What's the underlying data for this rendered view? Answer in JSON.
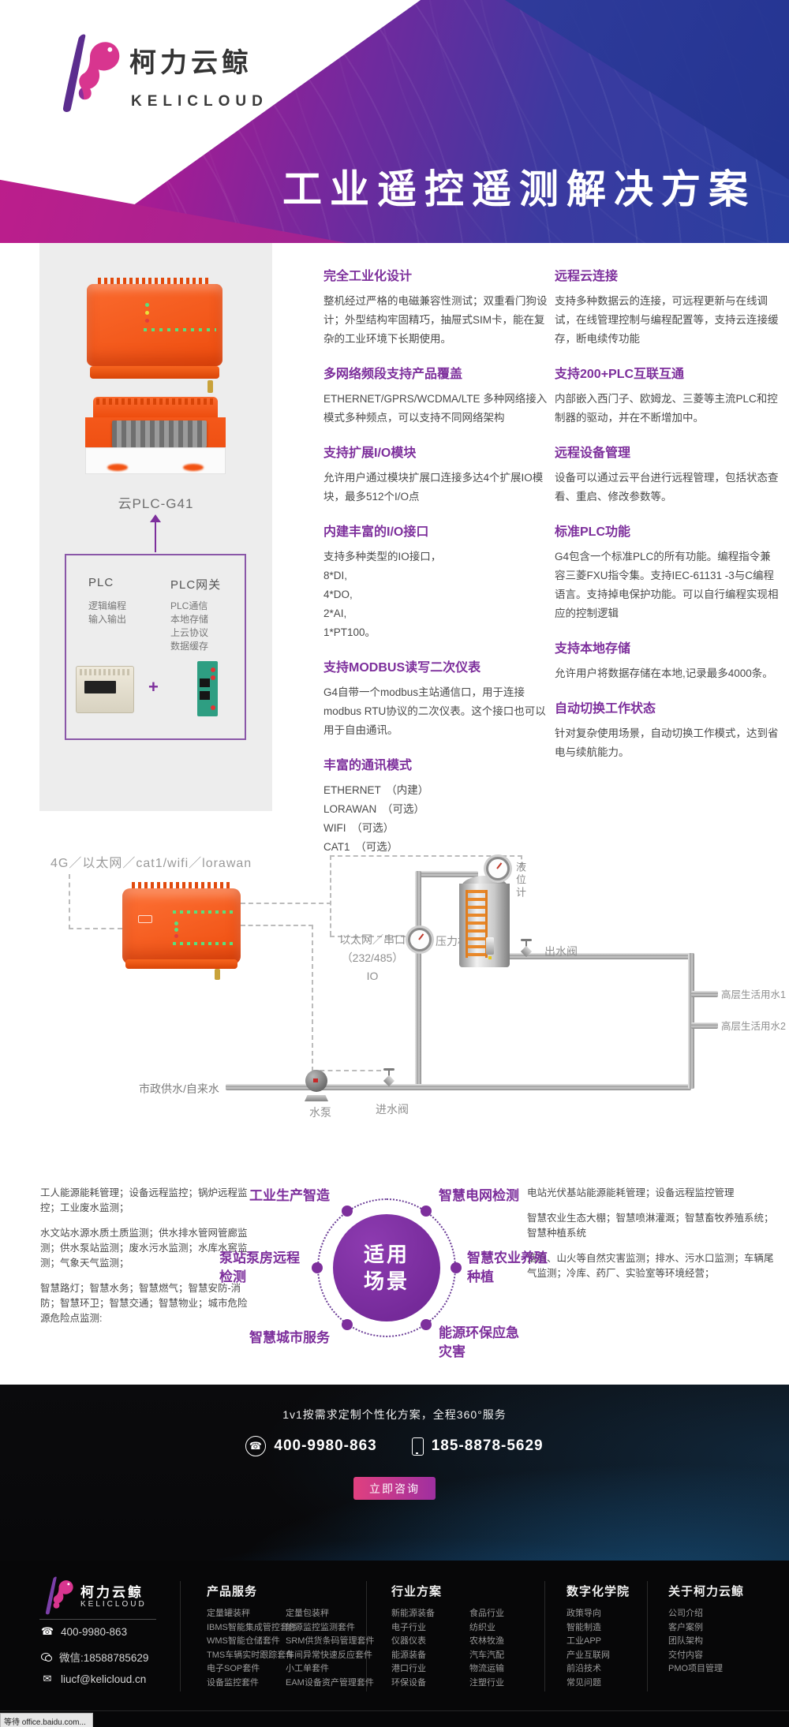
{
  "colors": {
    "accent_purple": "#7d2f9c",
    "banner_magenta": "#c2148c",
    "banner_blue": "#2a3f9f",
    "device_orange": "#f25618",
    "cta_button_pink": "#e0407f",
    "footer_bg": "#070708"
  },
  "brand": {
    "name_cn": "柯力云鲸",
    "name_en": "KELICLOUD"
  },
  "header": {
    "title": "工业遥控遥测解决方案"
  },
  "product_panel": {
    "model": "云PLC-G41",
    "plc_title": "PLC",
    "plc_desc": "逻辑编程\n输入输出",
    "gateway_title": "PLC网关",
    "gateway_desc": "PLC通信\n本地存储\n上云协议\n数据缓存",
    "plus": "+"
  },
  "features": {
    "left": [
      {
        "t": "完全工业化设计",
        "b": "整机经过严格的电磁兼容性测试；双重看门狗设计；外型结构牢固精巧，抽屉式SIM卡，能在复杂的工业环境下长期使用。"
      },
      {
        "t": "多网络频段支持产品覆盖",
        "b": "ETHERNET/GPRS/WCDMA/LTE 多种网络接入模式多种频点，可以支持不同网络架构"
      },
      {
        "t": "支持扩展I/O模块",
        "b": "允许用户通过模块扩展口连接多达4个扩展IO模块，最多512个I/O点"
      },
      {
        "t": "内建丰富的I/O接口",
        "b": "支持多种类型的IO接口，\n8*DI,\n4*DO,\n2*AI,\n1*PT100。"
      },
      {
        "t": "支持MODBUS读写二次仪表",
        "b": "G4自带一个modbus主站通信口，用于连接modbus RTU协议的二次仪表。这个接口也可以用于自由通讯。"
      },
      {
        "t": "丰富的通讯模式",
        "b": "ETHERNET　（内建）\nLORAWAN　（可选）\nWIFI　（可选）\nCAT1　（可选）"
      }
    ],
    "right": [
      {
        "t": "远程云连接",
        "b": "支持多种数据云的连接，可远程更新与在线调试，在线管理控制与编程配置等，支持云连接缓存，断电续传功能"
      },
      {
        "t": "支持200+PLC互联互通",
        "b": "内部嵌入西门子、欧姆龙、三菱等主流PLC和控制器的驱动，并在不断增加中。"
      },
      {
        "t": "远程设备管理",
        "b": "设备可以通过云平台进行远程管理，包括状态查看、重启、修改参数等。"
      },
      {
        "t": "标准PLC功能",
        "b": "G4包含一个标准PLC的所有功能。编程指令兼容三菱FXU指令集。支持IEC-61131 -3与C编程语言。支持掉电保护功能。可以自行编程实现相应的控制逻辑"
      },
      {
        "t": "支持本地存储",
        "b": "允许用户将数据存储在本地,记录最多4000条。"
      },
      {
        "t": "自动切换工作状态",
        "b": "针对复杂使用场景，自动切换工作模式，达到省电与续航能力。"
      }
    ]
  },
  "diagram": {
    "network_label": "4G／以太网／cat1/wifi／lorawan",
    "eth_serial_label": "以太网／串口\n（232/485） IO",
    "pressure_gauge": "压力机",
    "level_gauge": "液位计",
    "outlet_valve": "出水阀",
    "water_branch_1": "高层生活用水1",
    "water_branch_2": "高层生活用水2",
    "city_supply": "市政供水/自来水",
    "pump": "水泵",
    "inlet_valve": "进水阀"
  },
  "scenarios": {
    "center": "适用\n场景",
    "label_industry": "工业生产智造",
    "label_grid": "智慧电网检测",
    "label_pump": "泵站泵房远程\n检测",
    "label_agri": "智慧农业养殖\n种植",
    "label_city": "智慧城市服务",
    "label_energy": "能源环保应急\n灾害",
    "left_paragraphs": [
      "工人能源能耗管理；设备远程监控；锅炉远程监控；工业废水监测；",
      "水文站水源水质土质监测；供水排水管网管廊监测；供水泵站监测；废水污水监测；水库水窖监测；气象天气监测；",
      "智慧路灯；智慧水务；智慧燃气；智慧安防-消防；智慧环卫；智慧交通；智慧物业；城市危险源危险点监测:"
    ],
    "right_paragraphs": [
      "电站光伏基站能源能耗管理；设备远程监控管理",
      "智慧农业生态大棚；智慧喷淋灌溉；智慧畜牧养殖系统；智慧种植系统",
      "烟雾、山火等自然灾害监测；排水、污水口监测；车辆尾气监测；冷库、药厂、实验室等环境经营；"
    ]
  },
  "cta": {
    "line": "1v1按需求定制个性化方案，全程360°服务",
    "phone_icon": "phone-icon",
    "phone1": "400-9980-863",
    "phone2": "185-8878-5629",
    "button_label": "立即咨询"
  },
  "footer": {
    "contacts": [
      {
        "icon": "phone-icon",
        "text": "400-9980-863"
      },
      {
        "icon": "wechat-icon",
        "text": "微信:18588785629"
      },
      {
        "icon": "mail-icon",
        "text": "liucf@kelicloud.cn"
      }
    ],
    "col1_title": "产品服务",
    "col1a": [
      "定量罐装秤",
      "IBMS智能集成管控套件",
      "WMS智能仓储套件",
      "TMS车辆实时跟踪套件",
      "电子SOP套件",
      "设备监控套件"
    ],
    "col1b": [
      "定量包装秤",
      "能源监控监测套件",
      "SRM供货条码管理套件",
      "车间异常快速反应套件",
      "小工单套件",
      "EAM设备资产管理套件"
    ],
    "col2_title": "行业方案",
    "col2a": [
      "新能源装备",
      "电子行业",
      "仪器仪表",
      "能源装备",
      "港口行业",
      "环保设备"
    ],
    "col2b": [
      "食品行业",
      "纺织业",
      "农林牧渔",
      "汽车汽配",
      "物流运输",
      "注塑行业"
    ],
    "col3_title": "数字化学院",
    "col3a": [
      "政策导向",
      "智能制造",
      "工业APP",
      "产业互联网",
      "前沿技术",
      "常见问题"
    ],
    "col4_title": "关于柯力云鲸",
    "col4a": [
      "公司介绍",
      "客户案例",
      "团队架构",
      "交付内容",
      "PMO项目管理"
    ],
    "status_tooltip": "等待 office.baidu.com..."
  }
}
